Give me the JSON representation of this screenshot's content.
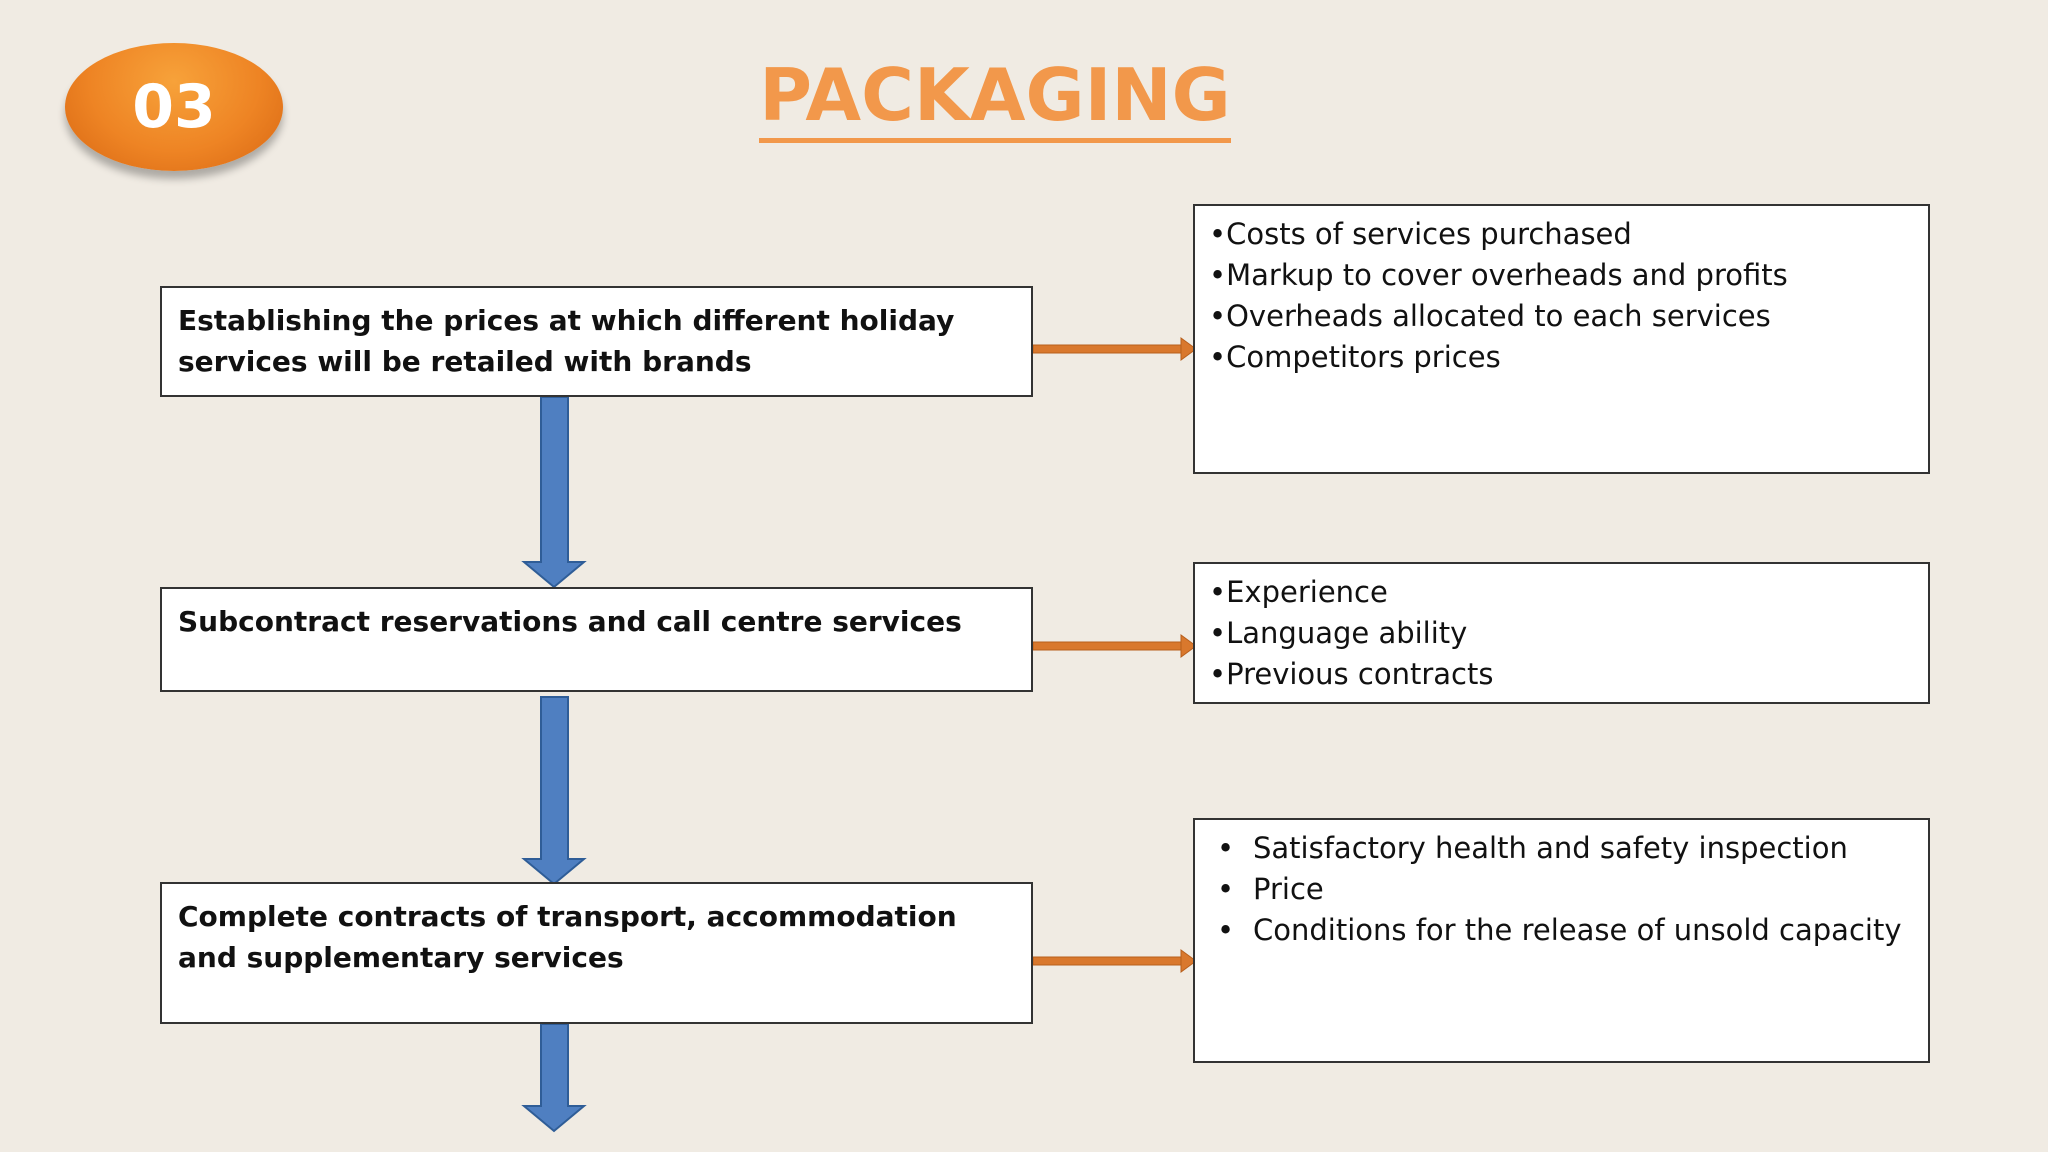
{
  "badge": {
    "number": "03"
  },
  "title": "PACKAGING",
  "steps": [
    {
      "label": "Establishing the prices at which different holiday services will be retailed with brands"
    },
    {
      "label": "Subcontract reservations and call centre  services"
    },
    {
      "label": "Complete contracts of transport, accommodation and supplementary services"
    }
  ],
  "details": [
    {
      "items": [
        "Costs of services purchased",
        "Markup to cover overheads and profits",
        "Overheads allocated to each services",
        "Competitors prices"
      ]
    },
    {
      "items": [
        "Experience",
        "Language ability",
        "Previous contracts"
      ]
    },
    {
      "items": [
        "Satisfactory health and safety inspection",
        "Price",
        "Conditions for the release of unsold capacity"
      ]
    }
  ],
  "colors": {
    "accent": "#ee8424",
    "title": "#f2984b",
    "down_arrow": "#4f7fc1",
    "down_arrow_border": "#2f5d97",
    "side_arrow": "#d9782d",
    "background": "#f0ebe3"
  }
}
